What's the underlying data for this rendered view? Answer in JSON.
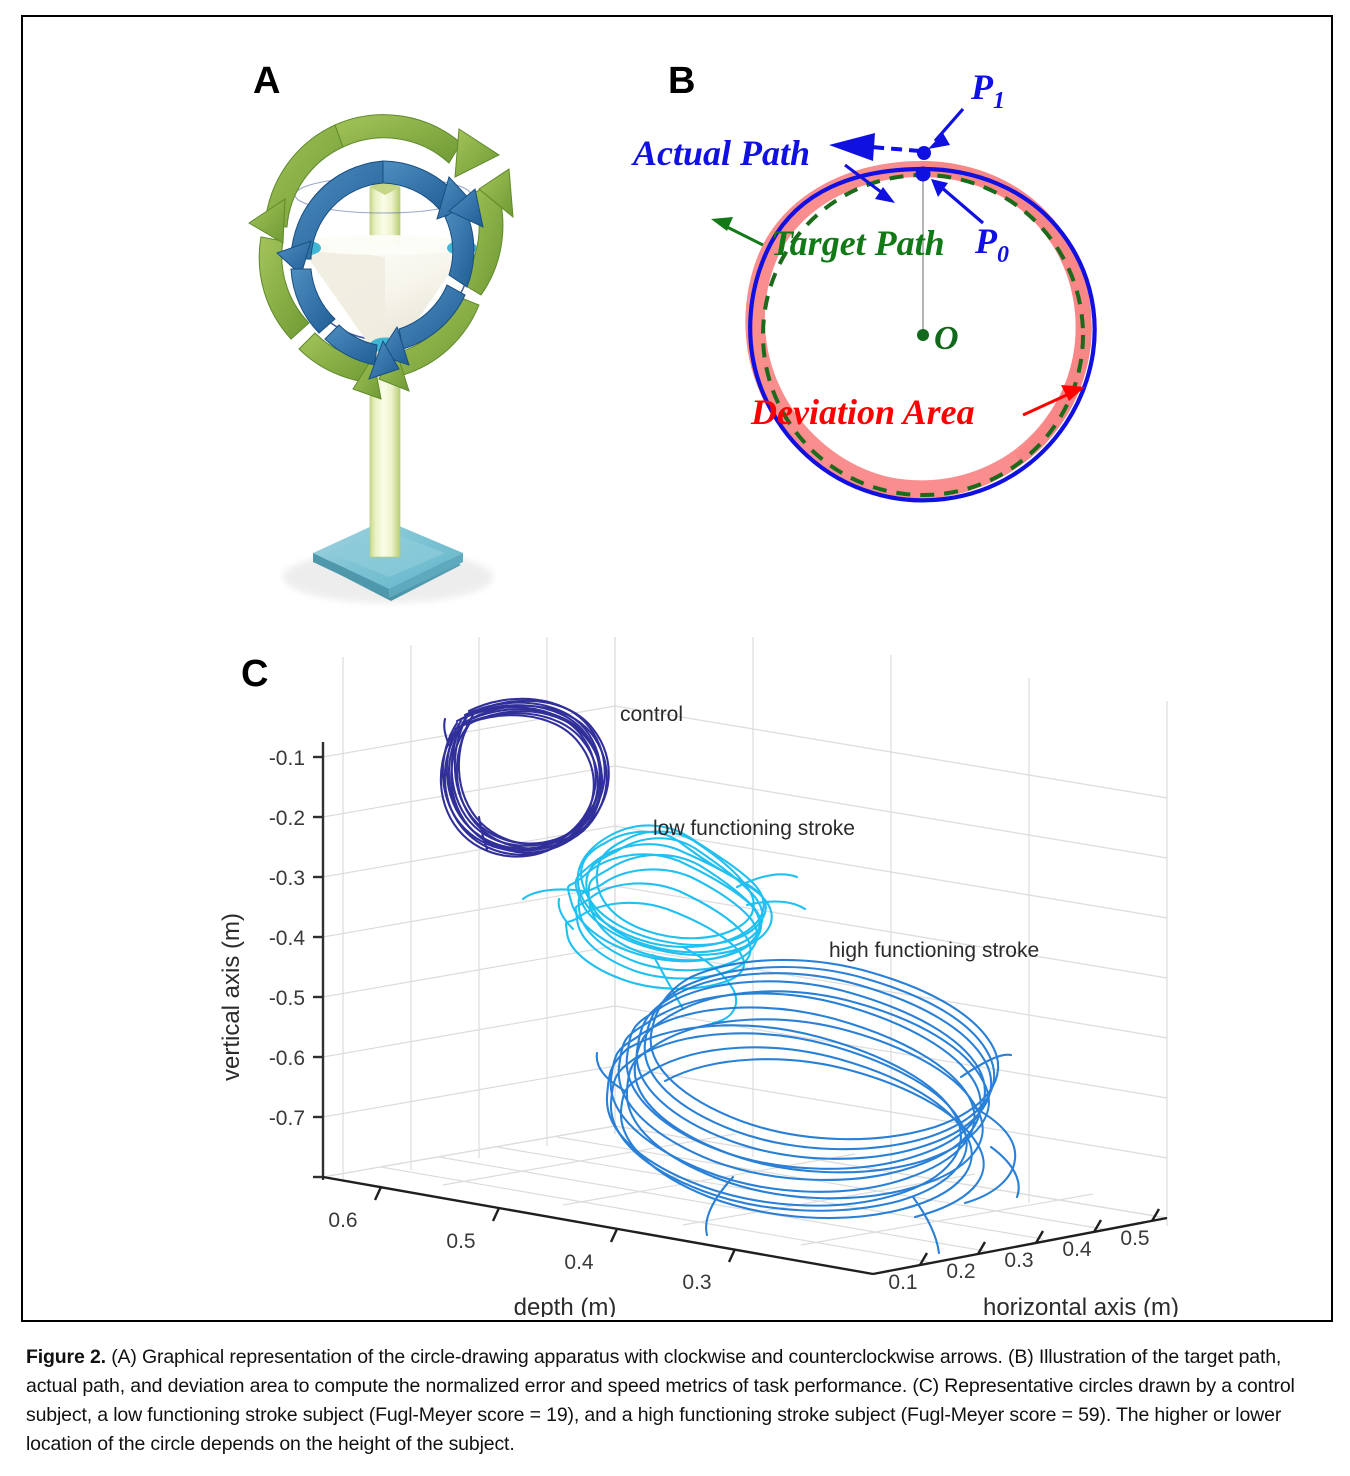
{
  "figure": {
    "panels": {
      "a": {
        "letter": "A",
        "caption_part": "Graphical representation of the circle-drawing apparatus with clockwise and counterclockwise arrows."
      },
      "b": {
        "letter": "B",
        "labels": {
          "actual_path": "Actual Path",
          "target_path": "Target Path",
          "deviation_area": "Deviation Area",
          "p1": "P",
          "p1_sub": "1",
          "p0": "P",
          "p0_sub": "0",
          "origin": "O"
        },
        "colors": {
          "actual_path": "#1010E0",
          "target_path": "#1B6B1B",
          "deviation_area": "#F98080",
          "deviation_label": "#FF0000",
          "radius_line": "#AFAFAF"
        }
      },
      "c": {
        "letter": "C",
        "series_labels": {
          "control": "control",
          "low": "low functioning stroke",
          "high": "high functioning stroke"
        }
      }
    }
  },
  "chart_data": {
    "type": "line",
    "title": "",
    "projection": "3d",
    "xlabel": "depth (m)",
    "ylabel": "horizontal axis (m)",
    "zlabel": "vertical axis (m)",
    "x_ticks": [
      "0.6",
      "0.5",
      "0.4",
      "0.3"
    ],
    "x_tick_values": [
      0.6,
      0.5,
      0.4,
      0.3
    ],
    "y_ticks": [
      "0.1",
      "0.2",
      "0.3",
      "0.4",
      "0.5"
    ],
    "y_tick_values": [
      0.1,
      0.2,
      0.3,
      0.4,
      0.5
    ],
    "z_ticks": [
      "-0.1",
      "-0.2",
      "-0.3",
      "-0.4",
      "-0.5",
      "-0.6",
      "-0.7"
    ],
    "z_tick_values": [
      -0.1,
      -0.2,
      -0.3,
      -0.4,
      -0.5,
      -0.6,
      -0.7
    ],
    "xlim": [
      0.25,
      0.65
    ],
    "ylim": [
      0.05,
      0.55
    ],
    "zlim": [
      -0.72,
      -0.03
    ],
    "grid": true,
    "legend_position": "inline-annotations",
    "series": [
      {
        "name": "control",
        "color": "#262596",
        "label": "control",
        "n_revolutions": 10,
        "center": {
          "depth": 0.47,
          "horizontal": 0.24,
          "vertical": -0.12
        },
        "radius_m": 0.075,
        "description": "tight repeatable circles drawn high in the workspace"
      },
      {
        "name": "low functioning stroke",
        "color": "#15BDF0",
        "label": "low functioning stroke",
        "n_revolutions": 10,
        "center": {
          "depth": 0.45,
          "horizontal": 0.28,
          "vertical": -0.3
        },
        "radius_m": 0.085,
        "description": "irregular, variable, non-circular loops"
      },
      {
        "name": "high functioning stroke",
        "color": "#1E7AD4",
        "label": "high functioning stroke",
        "n_revolutions": 12,
        "center": {
          "depth": 0.42,
          "horizontal": 0.33,
          "vertical": -0.52
        },
        "radius_m": 0.105,
        "description": "larger, moderately regular elliptical loops drawn low in the workspace"
      }
    ]
  },
  "caption": {
    "prefix": "Figure 2.",
    "text": " (A) Graphical representation of the circle-drawing apparatus with clockwise and counterclockwise arrows. (B) Illustration of the target path, actual path, and deviation area to compute the normalized error and speed metrics of task performance. (C) Representative circles drawn by a control subject, a low functioning stroke subject (Fugl-Meyer score = 19), and a high functioning stroke subject (Fugl-Meyer score = 59). The higher or lower location of the circle depends on the height of the subject."
  }
}
